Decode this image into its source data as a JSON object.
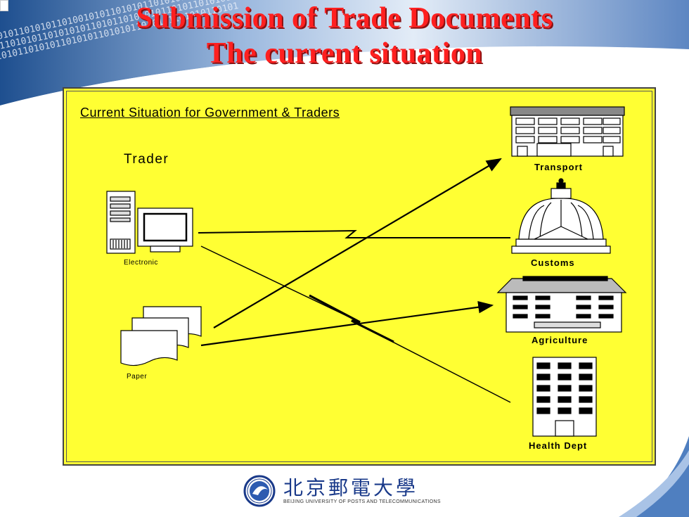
{
  "title": {
    "line1": "Submission of Trade Documents",
    "line2": "The current situation"
  },
  "panel": {
    "heading": "Current Situation for Government  & Traders",
    "trader_label": "Trader",
    "electronic_label": "Electronic",
    "paper_label": "Paper"
  },
  "departments": {
    "transport": "Transport",
    "customs": "Customs",
    "agriculture": "Agriculture",
    "health": "Health Dept"
  },
  "logo": {
    "chinese": "北京郵電大學",
    "english": "BEIJING UNIVERSITY OF POSTS AND TELECOMMUNICATIONS"
  },
  "colors": {
    "title": "#ff2020",
    "panel_bg": "#ffff33",
    "banner": "#2f5f9e"
  }
}
